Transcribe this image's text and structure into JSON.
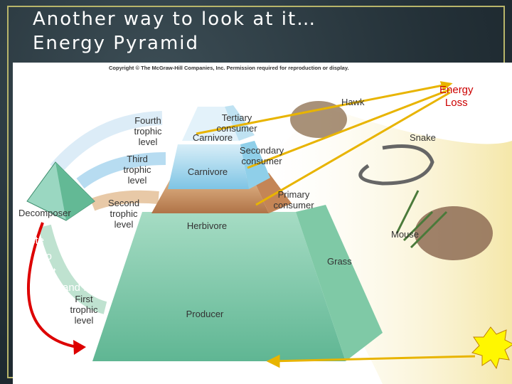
{
  "slide": {
    "title_line1": "Another way to look at it…",
    "title_line2": "Energy Pyramid"
  },
  "figure": {
    "copyright": "Copyright © The McGraw-Hill Companies, Inc. Permission required for reproduction or display.",
    "pyramid_levels": [
      {
        "box": "Carnivore",
        "consumer": "Tertiary\nconsumer",
        "trophic": "Fourth\ntrophic\nlevel"
      },
      {
        "box": "Carnivore",
        "consumer": "Secondary\nconsumer",
        "trophic": "Third\ntrophic\nlevel"
      },
      {
        "box": "Herbivore",
        "consumer": "Primary\nconsumer",
        "trophic": "Second\ntrophic\nlevel"
      },
      {
        "box": "Producer",
        "consumer": "",
        "trophic": "First\ntrophic\nlevel"
      }
    ],
    "decomposer": "Decomposer",
    "organisms": [
      "Hawk",
      "Snake",
      "Mouse",
      "Grass"
    ],
    "energy_loss": "Energy\nLoss",
    "partial_text": [
      "ste",
      "n to",
      "ials t",
      "and N   en"
    ]
  },
  "colors": {
    "arrow_yellow": "#e8b400",
    "arrow_red": "#dd0000",
    "energy_text": "#cc0000"
  }
}
